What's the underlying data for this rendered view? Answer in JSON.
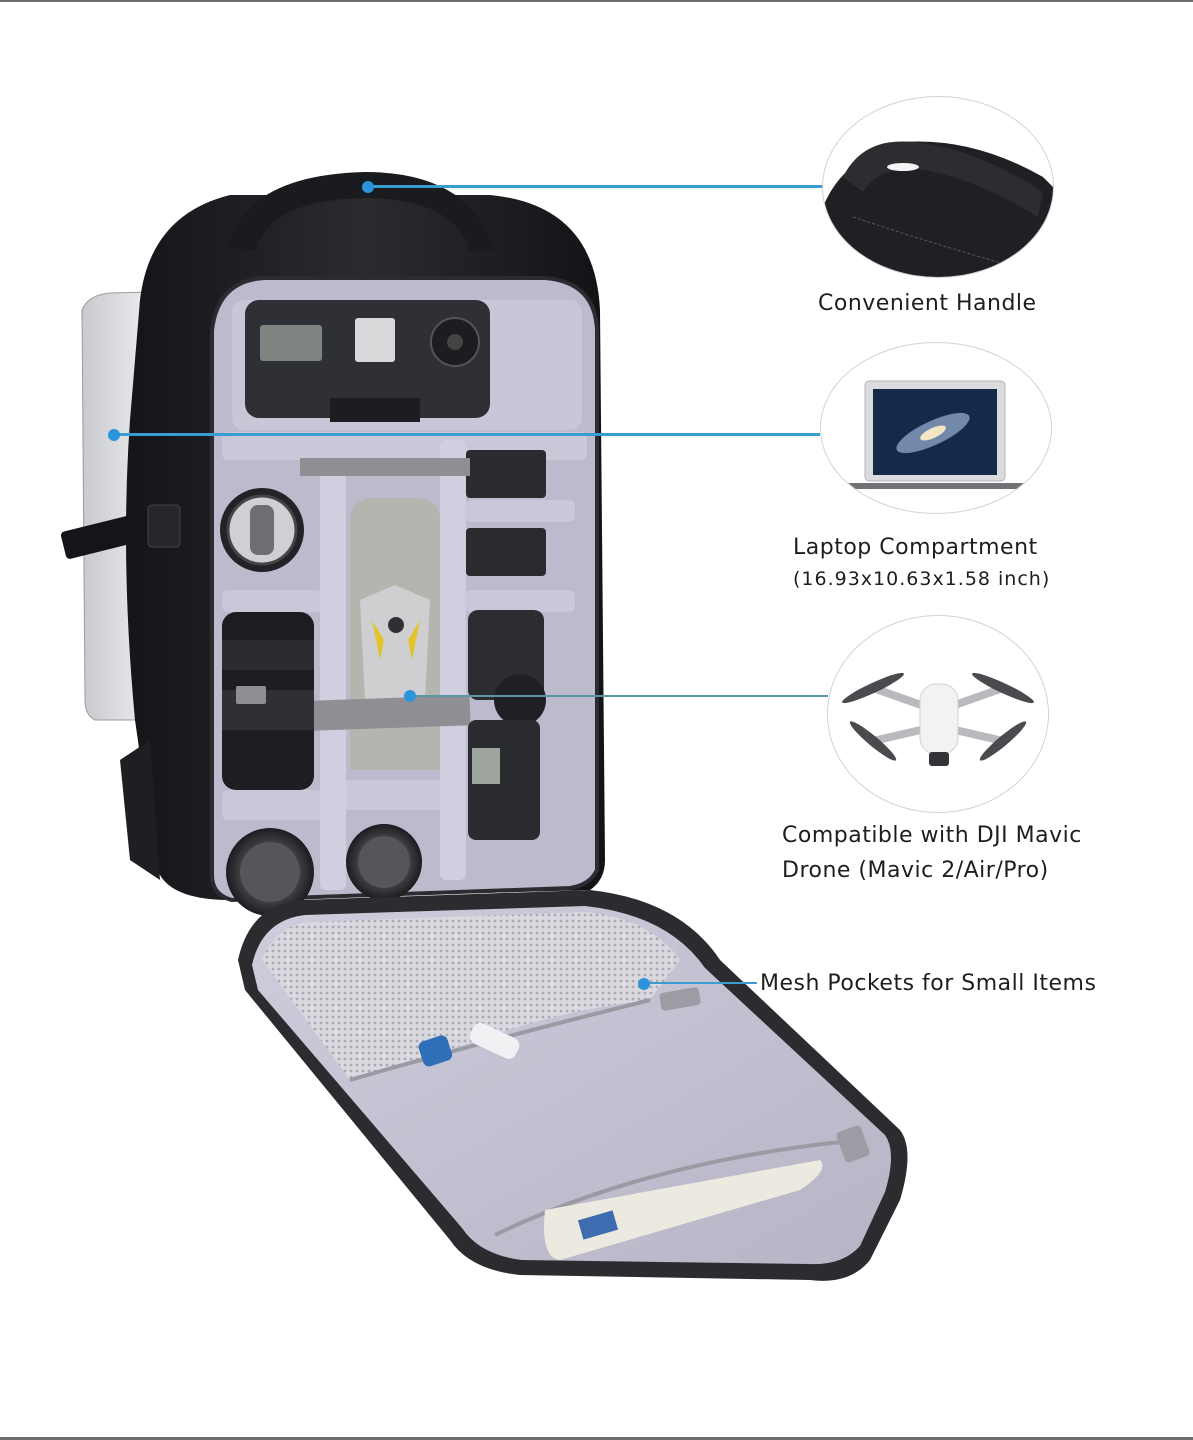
{
  "image_description": "Camera backpack product feature image",
  "colors": {
    "connector": "#3a9ccf",
    "dot": "#2b94db",
    "backpack_shell": "#1c1d20",
    "interior_lining": "#c6c3d6",
    "divider_strap": "#8f8f93",
    "circle_border": "#cfd4d6"
  },
  "callouts": [
    {
      "id": "handle",
      "title": "Convenient Handle",
      "subtitle": "",
      "image": "backpack-handle-closeup"
    },
    {
      "id": "laptop",
      "title": "Laptop Compartment",
      "subtitle": "(16.93x10.63x1.58 inch)",
      "image": "laptop"
    },
    {
      "id": "drone",
      "title": "Compatible with DJI Mavic",
      "subtitle": "Drone (Mavic 2/Air/Pro)",
      "image": "mini-drone"
    },
    {
      "id": "mesh",
      "title": "Mesh Pockets for Small Items",
      "subtitle": "",
      "image": ""
    }
  ]
}
